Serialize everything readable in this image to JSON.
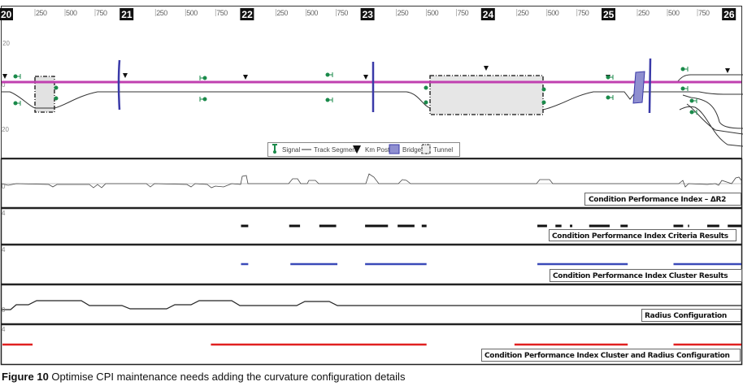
{
  "colors": {
    "route_line": "#c040b0",
    "bridge": "#3a3aa8",
    "signal": "#1a8a4a",
    "cluster": "#3a4ab8",
    "cluster_radius": "#e02020",
    "criteria": "#111111"
  },
  "top_panel": {
    "km_posts": [
      "20",
      "21",
      "22",
      "23",
      "24",
      "25",
      "26"
    ],
    "sub_ticks": [
      "250",
      "500",
      "750"
    ],
    "y_labels": {
      "top": "20",
      "zero": "0",
      "bottom": "20"
    },
    "legend": {
      "signal": "Signal",
      "track": "Track Segment",
      "kmpost": "Km Post",
      "bridge": "Bridge",
      "tunnel": "Tunnel"
    }
  },
  "panels": {
    "dr2": {
      "label": "Condition Performance Index – ΔR2",
      "axis": "0"
    },
    "criteria": {
      "label": "Condition Performance Index Criteria Results",
      "axis": "4"
    },
    "cluster": {
      "label": "Condition Performance Index Cluster Results",
      "axis": "4"
    },
    "radius": {
      "label": "Radius Configuration",
      "axis": "0"
    },
    "combined": {
      "label": "Condition Performance Index Cluster and Radius Configuration",
      "axis": "4"
    }
  },
  "caption": {
    "figure": "Figure 10",
    "text": " Optimise CPI maintenance needs adding the curvature configuration details"
  },
  "chart_data": {
    "type": "line",
    "x_unit": "km",
    "x_range": [
      20,
      26
    ],
    "series": [
      {
        "name": "Condition Performance Index Criteria Results",
        "segments_km": [
          [
            21.96,
            22.02
          ],
          [
            22.36,
            22.45
          ],
          [
            22.61,
            22.75
          ],
          [
            22.99,
            23.18
          ],
          [
            23.26,
            23.4
          ],
          [
            23.46,
            23.5
          ],
          [
            24.42,
            24.5
          ],
          [
            24.57,
            24.62
          ],
          [
            24.69,
            24.71
          ],
          [
            24.85,
            25.02
          ],
          [
            25.11,
            25.17
          ],
          [
            25.55,
            25.63
          ],
          [
            25.67,
            25.68
          ],
          [
            25.83,
            25.93
          ],
          [
            26.0,
            26.15
          ]
        ]
      },
      {
        "name": "Condition Performance Index Cluster Results",
        "segments_km": [
          [
            21.96,
            22.02
          ],
          [
            22.37,
            22.76
          ],
          [
            22.99,
            23.5
          ],
          [
            24.42,
            25.17
          ],
          [
            25.55,
            26.15
          ]
        ]
      },
      {
        "name": "Condition Performance Index Cluster and Radius Configuration",
        "segments_km": [
          [
            19.98,
            20.23
          ],
          [
            21.71,
            23.5
          ],
          [
            24.23,
            25.17
          ],
          [
            25.55,
            26.15
          ]
        ]
      }
    ]
  }
}
